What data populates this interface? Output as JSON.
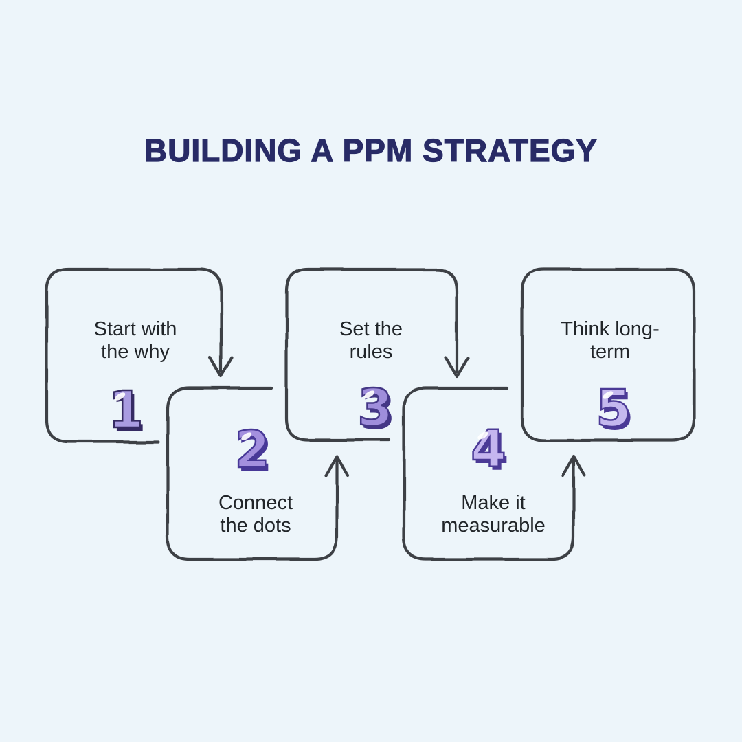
{
  "title": "BUILDING A PPM STRATEGY",
  "colors": {
    "background": "#edf5fa",
    "title": "#282b66",
    "stroke": "#3e4145",
    "label": "#212529"
  },
  "steps": [
    {
      "number": "1",
      "label": "Start with\nthe why",
      "number_fill": "#a99ce1",
      "number_shade": "#352a63"
    },
    {
      "number": "2",
      "label": "Connect\nthe dots",
      "number_fill": "#a390de",
      "number_shade": "#473897"
    },
    {
      "number": "3",
      "label": "Set the\nrules",
      "number_fill": "#9f8edb",
      "number_shade": "#443786"
    },
    {
      "number": "4",
      "label": "Make it\nmeasurable",
      "number_fill": "#c5b6ef",
      "number_shade": "#4b3a96"
    },
    {
      "number": "5",
      "label": "Think long-\nterm",
      "number_fill": "#c4b8ee",
      "number_shade": "#4b3a96"
    }
  ]
}
